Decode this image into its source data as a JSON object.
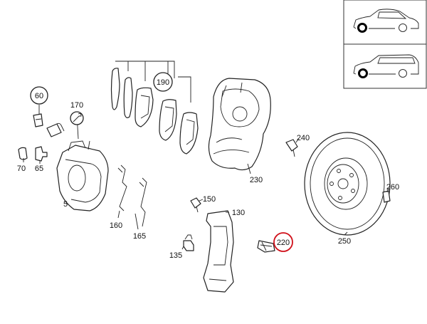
{
  "diagram": {
    "labels": {
      "p5": "5",
      "p60": "60",
      "p65": "65",
      "p70": "70",
      "p130": "130",
      "p135": "135",
      "p150": "150",
      "p160": "160",
      "p165": "165",
      "p170": "170",
      "p190": "190",
      "p220": "220",
      "p230": "230",
      "p240": "240",
      "p250": "250",
      "p260": "260"
    },
    "highlighted_part": "220",
    "highlight_color": "#d0101a",
    "vehicle_selector": {
      "options": [
        "sedan-icon",
        "wagon-icon"
      ]
    }
  }
}
